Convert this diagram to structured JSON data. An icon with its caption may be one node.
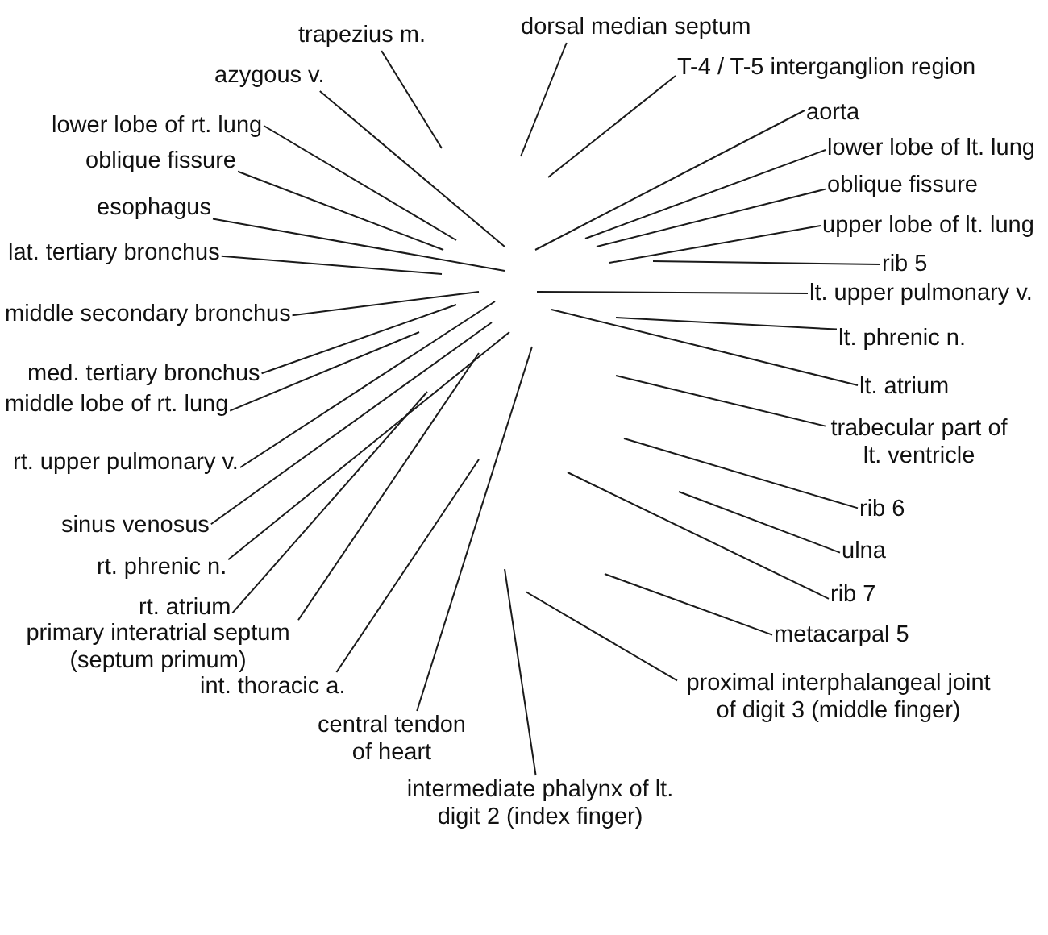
{
  "diagram": {
    "nodes": [
      {
        "text": [
          "trapezius m."
        ]
      },
      {
        "text": [
          "azygous v."
        ]
      },
      {
        "text": [
          "lower lobe of rt. lung"
        ]
      },
      {
        "text": [
          "oblique fissure"
        ]
      },
      {
        "text": [
          "esophagus"
        ]
      },
      {
        "text": [
          "lat. tertiary bronchus"
        ]
      },
      {
        "text": [
          "middle secondary bronchus"
        ]
      },
      {
        "text": [
          "med. tertiary bronchus"
        ]
      },
      {
        "text": [
          "middle lobe of rt. lung"
        ]
      },
      {
        "text": [
          "rt. upper pulmonary v."
        ]
      },
      {
        "text": [
          "sinus venosus"
        ]
      },
      {
        "text": [
          "rt. phrenic n."
        ]
      },
      {
        "text": [
          "rt. atrium"
        ]
      },
      {
        "text": [
          "primary interatrial septum (septum primum)"
        ]
      },
      {
        "text": [
          "int. thoracic a."
        ]
      },
      {
        "text": [
          "central tendon of heart"
        ]
      },
      {
        "text": [
          "intermediate phalynx of lt. digit 2 (index finger)"
        ]
      },
      {
        "text": [
          "dorsal median septum"
        ]
      },
      {
        "text": [
          "T-4 / T-5 interganglion region"
        ]
      },
      {
        "text": [
          "aorta"
        ]
      },
      {
        "text": [
          "lower lobe of lt. lung"
        ]
      },
      {
        "text": [
          "oblique fissure"
        ]
      },
      {
        "text": [
          "upper lobe of lt. lung"
        ]
      },
      {
        "text": [
          "rib 5"
        ]
      },
      {
        "text": [
          "lt. upper pulmonary v."
        ]
      },
      {
        "text": [
          "lt. phrenic n."
        ]
      },
      {
        "text": [
          "lt. atrium"
        ]
      },
      {
        "text": [
          "trabecular part of lt. ventricle"
        ]
      },
      {
        "text": [
          "rib 6"
        ]
      },
      {
        "text": [
          "ulna"
        ]
      },
      {
        "text": [
          "rib 7"
        ]
      },
      {
        "text": [
          "metacarpal 5"
        ]
      },
      {
        "text": [
          "proximal interphalangeal joint of digit 3 (middle finger)"
        ]
      }
    ],
    "edges": [
      {
        "from": 0,
        "to": null,
        "arrow": "none"
      },
      {
        "from": 1,
        "to": null,
        "arrow": "none"
      },
      {
        "from": 2,
        "to": null,
        "arrow": "none"
      },
      {
        "from": 3,
        "to": null,
        "arrow": "none"
      },
      {
        "from": 4,
        "to": null,
        "arrow": "none"
      },
      {
        "from": 5,
        "to": null,
        "arrow": "none"
      },
      {
        "from": 6,
        "to": null,
        "arrow": "none"
      },
      {
        "from": 7,
        "to": null,
        "arrow": "none"
      },
      {
        "from": 8,
        "to": null,
        "arrow": "none"
      },
      {
        "from": 9,
        "to": null,
        "arrow": "none"
      },
      {
        "from": 10,
        "to": null,
        "arrow": "none"
      },
      {
        "from": 11,
        "to": null,
        "arrow": "none"
      },
      {
        "from": 12,
        "to": null,
        "arrow": "none"
      },
      {
        "from": 13,
        "to": null,
        "arrow": "none"
      },
      {
        "from": 14,
        "to": null,
        "arrow": "none"
      },
      {
        "from": 15,
        "to": null,
        "arrow": "none"
      },
      {
        "from": 16,
        "to": null,
        "arrow": "none"
      },
      {
        "from": 17,
        "to": null,
        "arrow": "none"
      },
      {
        "from": 18,
        "to": null,
        "arrow": "none"
      },
      {
        "from": 19,
        "to": null,
        "arrow": "none"
      },
      {
        "from": 20,
        "to": null,
        "arrow": "none"
      },
      {
        "from": 21,
        "to": null,
        "arrow": "none"
      },
      {
        "from": 22,
        "to": null,
        "arrow": "none"
      },
      {
        "from": 23,
        "to": null,
        "arrow": "none"
      },
      {
        "from": 24,
        "to": null,
        "arrow": "none"
      },
      {
        "from": 25,
        "to": null,
        "arrow": "none"
      },
      {
        "from": 26,
        "to": null,
        "arrow": "none"
      },
      {
        "from": 27,
        "to": null,
        "arrow": "none"
      },
      {
        "from": 28,
        "to": null,
        "arrow": "none"
      },
      {
        "from": 29,
        "to": null,
        "arrow": "none"
      },
      {
        "from": 30,
        "to": null,
        "arrow": "none"
      },
      {
        "from": 31,
        "to": null,
        "arrow": "none"
      },
      {
        "from": 32,
        "to": null,
        "arrow": "none"
      }
    ]
  }
}
